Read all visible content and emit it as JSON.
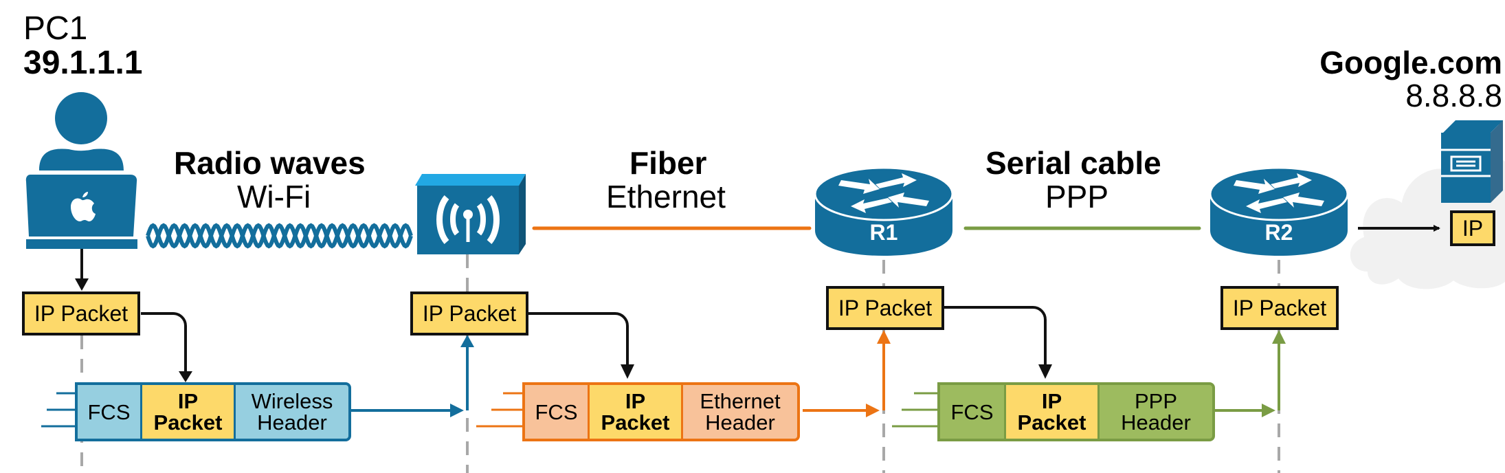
{
  "pc1": {
    "name": "PC1",
    "ip": "39.1.1.1"
  },
  "server": {
    "name": "Google.com",
    "ip": "8.8.8.8",
    "packet_label": "IP"
  },
  "links": [
    {
      "medium": "Radio waves",
      "protocol": "Wi-Fi",
      "color": "#136e9c"
    },
    {
      "medium": "Fiber",
      "protocol": "Ethernet",
      "color": "#ec7414"
    },
    {
      "medium": "Serial cable",
      "protocol": "PPP",
      "color": "#7a9c44"
    }
  ],
  "devices": {
    "access_point": {
      "icon": "wireless-access-point-icon"
    },
    "r1": {
      "label": "R1",
      "icon": "router-icon"
    },
    "r2": {
      "label": "R2",
      "icon": "router-icon"
    }
  },
  "packets": {
    "pc1": "IP Packet",
    "ap": "IP Packet",
    "r1": "IP Packet",
    "r2": "IP Packet"
  },
  "frames": [
    {
      "trailer": "FCS",
      "payload_line1": "IP",
      "payload_line2": "Packet",
      "header_line1": "Wireless",
      "header_line2": "Header",
      "fill": "#96cfe0",
      "border": "#136e9c"
    },
    {
      "trailer": "FCS",
      "payload_line1": "IP",
      "payload_line2": "Packet",
      "header_line1": "Ethernet",
      "header_line2": "Header",
      "fill": "#f8c29a",
      "border": "#ec7414"
    },
    {
      "trailer": "FCS",
      "payload_line1": "IP",
      "payload_line2": "Packet",
      "header_line1": "PPP",
      "header_line2": "Header",
      "fill": "#9dbb5f",
      "border": "#7a9c44"
    }
  ],
  "colors": {
    "device_blue": "#136e9c",
    "packet_yellow": "#fdd96a",
    "dashed_gray": "#a8a8a8",
    "cloud_gray": "#f1f1f1"
  }
}
